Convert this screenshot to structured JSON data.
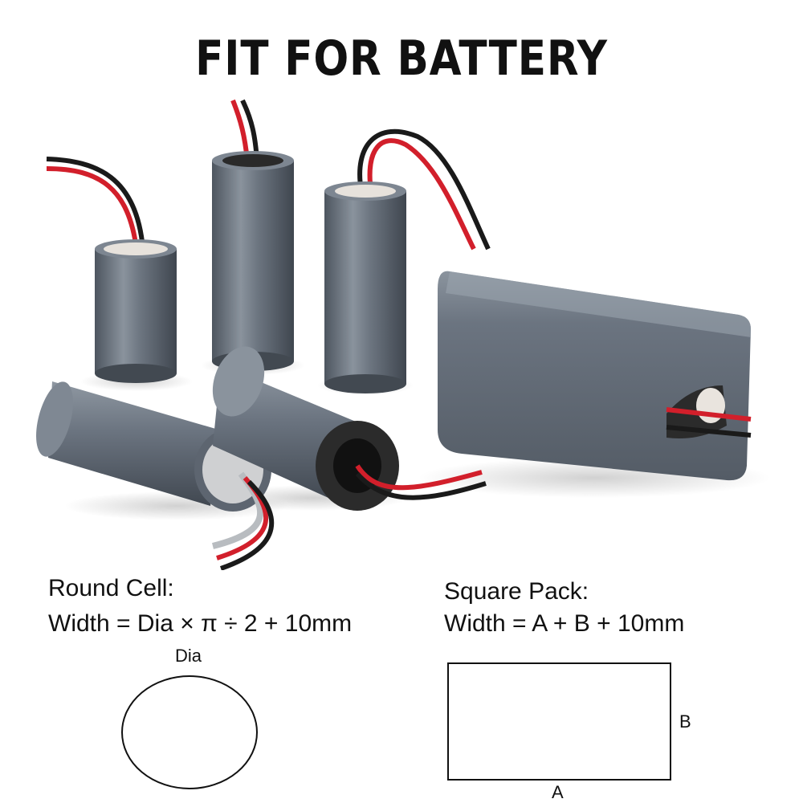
{
  "title": "FIT FOR BATTERY",
  "round": {
    "heading": "Round Cell:",
    "formula": "Width = Dia × π ÷ 2 + 10mm",
    "dim_label": "Dia"
  },
  "square": {
    "heading": "Square Pack:",
    "formula": "Width = A + B + 10mm",
    "side_a": "A",
    "side_b": "B"
  },
  "colors": {
    "shrink_wrap": "#6b7480",
    "wire_red": "#d21f2b",
    "wire_black": "#1a1a1a"
  },
  "icons": [
    "round-battery-cell",
    "square-battery-pack",
    "circle-outline",
    "rectangle-outline"
  ]
}
